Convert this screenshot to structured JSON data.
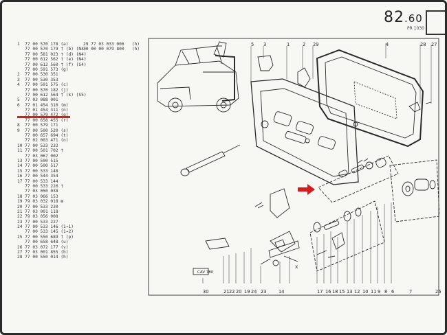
{
  "page": {
    "number_main": "82",
    "number_dec": ".60",
    "sub": "PR 1030"
  },
  "parts_col1": [
    "1  77 00 570 178 (a)",
    "   77 00 570 179 † (b) (N4)",
    "   77 00 581 023 † (d) (N4)",
    "   77 00 612 562 † (e) (N4)",
    "   77 00 612 560 † (f) (S4)",
    "   77 00 591 573 (g)",
    "2  77 00 530 351",
    "3  77 00 530 353",
    "4  77 00 591 575 (c)",
    "   77 00 570 182 (j)",
    "   77 00 612 564 † (k) (S5)",
    "5  77 03 088 001",
    "6  77 01 454 310 (m)",
    "   77 01 454 311 (n)",
    "   77 00 579 472 (q)",
    "   77 00 658 455 (r)",
    "8  77 00 579 171",
    "9  77 00 500 520 (s)",
    "   77 00 657 694 (t)",
    "   77 02 003 471 (n)",
    "10 77 00 533 232",
    "11 77 00 501 702 †",
    "   77 03 067 002",
    "13 77 00 500 515",
    "14 77 00 500 517",
    "15 77 00 533 148",
    "16 77 00 544 354",
    "17 77 00 533 144",
    "   77 00 533 226 †",
    "   77 03 050 038",
    "18 77 03 066 153",
    "19 79 03 032 018 ⊠",
    "20 77 00 533 230",
    "21 77 03 001 118",
    "22 79 03 056 008",
    "23 77 00 533 227",
    "24 77 00 533 146 (1→1)",
    "   77 00 533 145 (1→2)",
    "25 77 00 550 689 † (p)",
    "   77 00 658 648 (u)",
    "26 77 03 072 177 (v)",
    "27 77 03 001 855 (h)",
    "28 77 00 550 014 (h)"
  ],
  "parts_col2": [
    "29 77 03 033 006   (h)",
    "30 00 00 079 800   (h)"
  ],
  "diagram": {
    "refs_top": [
      "5",
      "3",
      "1",
      "2",
      "29",
      "4",
      "28",
      "27"
    ],
    "refs_bottom": [
      "30",
      "21",
      "22",
      "20",
      "19",
      "24",
      "23",
      "14",
      "17",
      "16",
      "18",
      "15",
      "13",
      "12",
      "10",
      "11",
      "9",
      "8",
      "6",
      "7",
      "26"
    ],
    "label_x": "X",
    "label_box": "CAV 780"
  },
  "colors": {
    "marker": "#e01818",
    "ink": "#2a2a2a",
    "paper": "#f7f7f4"
  }
}
